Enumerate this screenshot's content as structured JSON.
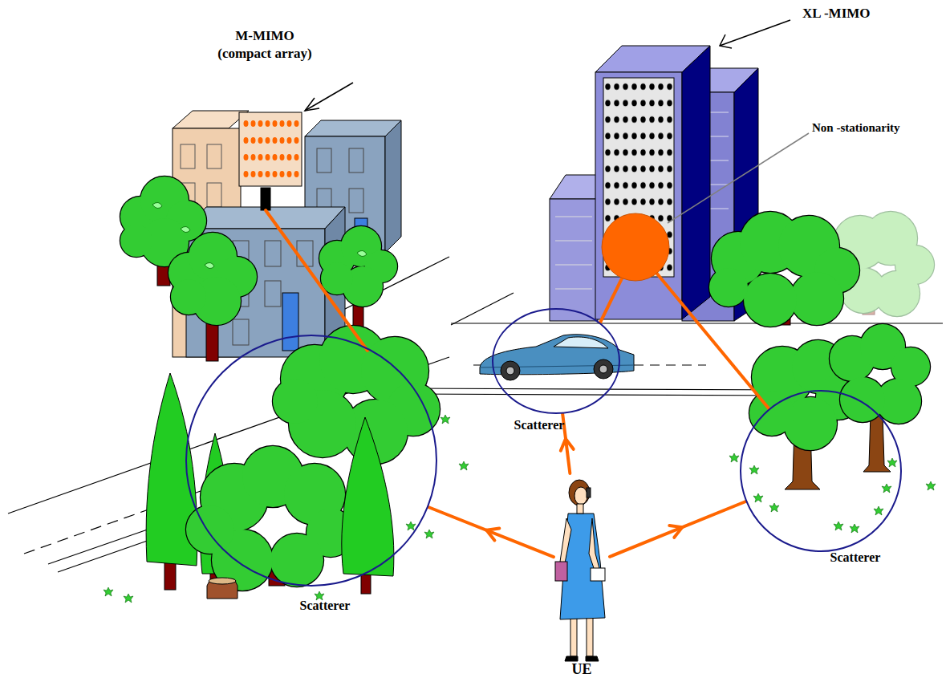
{
  "diagram": {
    "nodes": [
      {
        "text": [
          "Scatterer"
        ]
      },
      {
        "text": [
          "Scatterer"
        ]
      },
      {
        "text": [
          "Scatterer"
        ]
      },
      {
        "text": [
          "UE"
        ]
      }
    ],
    "edges": [
      {
        "from": 3,
        "to": 0,
        "arrow": "to"
      },
      {
        "from": 3,
        "to": 1,
        "arrow": "to"
      },
      {
        "from": 3,
        "to": 2,
        "arrow": "to"
      }
    ],
    "labels": [
      "M-MIMO (compact array)",
      "XL -MIMO",
      "Non -stationarity"
    ]
  }
}
